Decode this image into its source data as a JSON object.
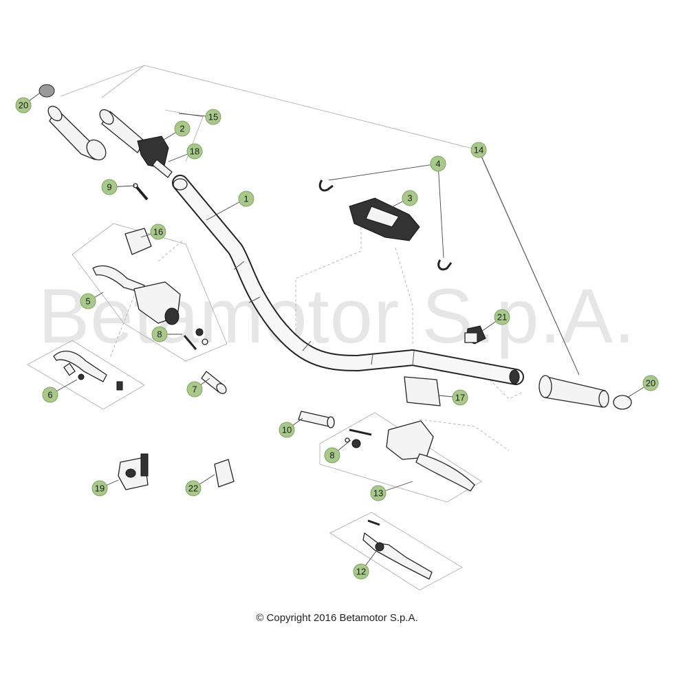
{
  "watermark": "Betamotor S.p.A.",
  "copyright": "© Copyright 2016 Betamotor S.p.A.",
  "colors": {
    "callout_fill": "#a9c98b",
    "callout_stroke": "#7fa364",
    "watermark": "#e6e6e6"
  },
  "callouts": {
    "c1": "1",
    "c2": "2",
    "c3": "3",
    "c4": "4",
    "c5": "5",
    "c6": "6",
    "c7": "7",
    "c8a": "8",
    "c8b": "8",
    "c9": "9",
    "c10": "10",
    "c12": "12",
    "c13": "13",
    "c14": "14",
    "c15": "15",
    "c16": "16",
    "c17": "17",
    "c18": "18",
    "c19": "19",
    "c20a": "20",
    "c20b": "20",
    "c21": "21",
    "c22": "22"
  }
}
